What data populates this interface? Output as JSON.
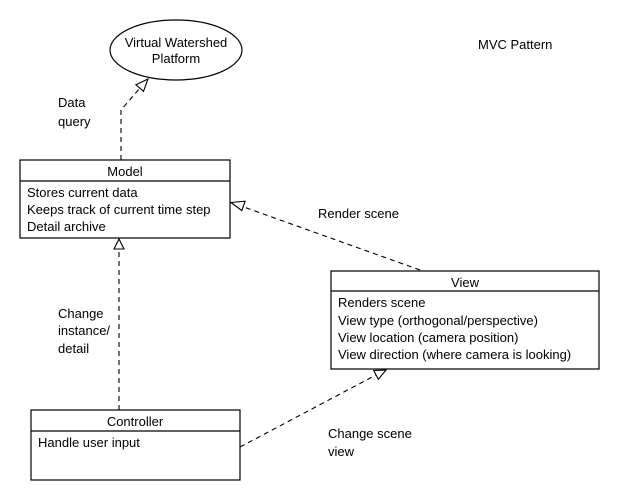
{
  "title": "MVC  Pattern",
  "platform": {
    "line1": "Virtual Watershed",
    "line2": "Platform"
  },
  "model": {
    "name": "Model",
    "items": [
      "Stores current data",
      "Keeps track of current time step",
      "Detail archive"
    ]
  },
  "view": {
    "name": "View",
    "items": [
      "Renders scene",
      "View type (orthogonal/perspective)",
      "View location (camera position)",
      "View direction (where camera is looking)"
    ]
  },
  "controller": {
    "name": "Controller",
    "items": [
      "Handle user input"
    ]
  },
  "edges": {
    "data_query": [
      "Data",
      "query"
    ],
    "render_scene": "Render scene",
    "change_instance": [
      "Change",
      "instance/",
      "detail"
    ],
    "change_scene": [
      "Change scene",
      "view"
    ]
  }
}
